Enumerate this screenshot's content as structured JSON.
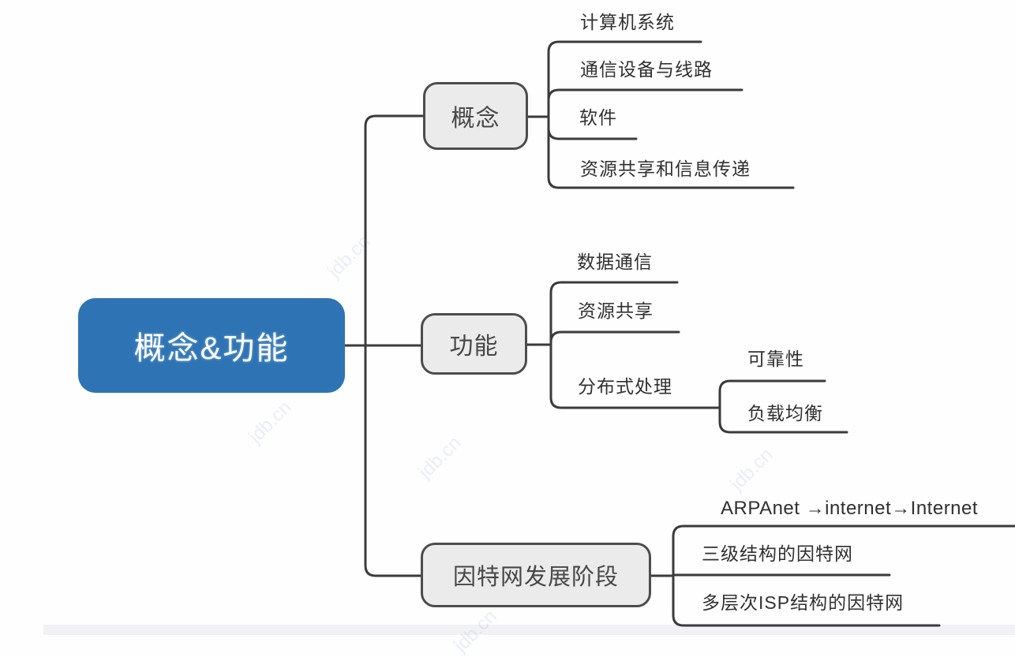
{
  "colors": {
    "accent_blue": "#2E74B5",
    "node_fill": "#EBEBEB",
    "node_border": "#4D4D4D",
    "line": "#3B3B3B",
    "root_text": "#FFFFFF",
    "child_text": "#303030",
    "bottom_bar": "#F2F2F4"
  },
  "root": {
    "label": "概念&功能"
  },
  "branches": [
    {
      "label": "概念",
      "children": [
        {
          "label": "计算机系统"
        },
        {
          "label": "通信设备与线路"
        },
        {
          "label": "软件"
        },
        {
          "label": "资源共享和信息传递"
        }
      ]
    },
    {
      "label": "功能",
      "children": [
        {
          "label": "数据通信"
        },
        {
          "label": "资源共享"
        },
        {
          "label": "分布式处理",
          "children": [
            {
              "label": "可靠性"
            },
            {
              "label": "负载均衡"
            }
          ]
        }
      ]
    },
    {
      "label": "因特网发展阶段",
      "children": [
        {
          "label": "ARPAnet →internet→Internet"
        },
        {
          "label": "三级结构的因特网"
        },
        {
          "label": "多层次ISP结构的因特网"
        }
      ]
    }
  ],
  "watermark": {
    "text": "jdb.cn"
  }
}
